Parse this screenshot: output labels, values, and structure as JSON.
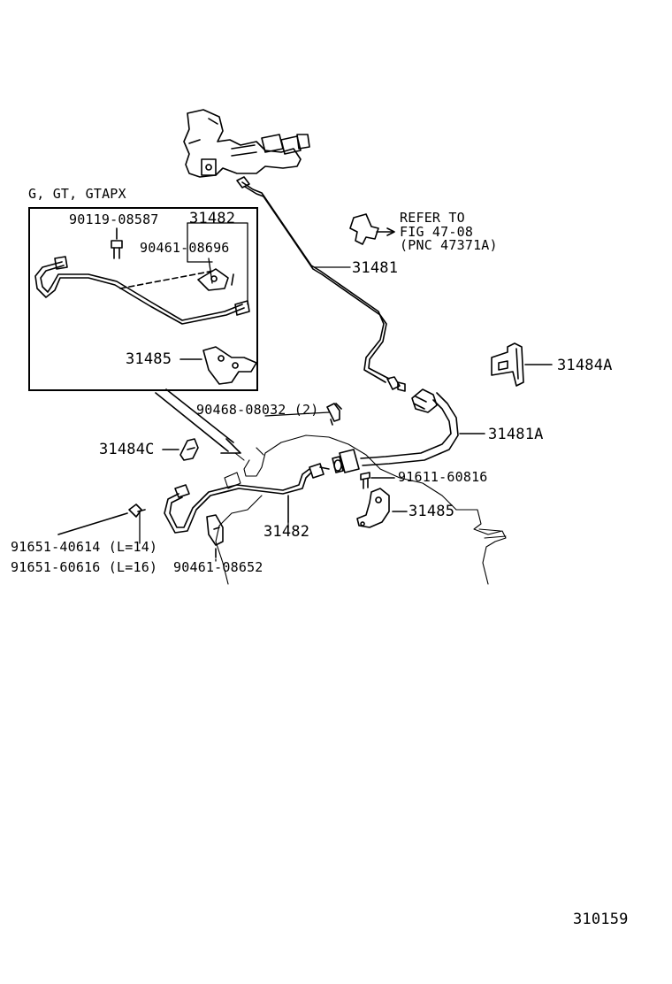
{
  "inset": {
    "title": "G, GT, GTAPX",
    "parts": {
      "bolt": "90119-08587",
      "tube": "31482",
      "clamp": "90461-08696",
      "bracket": "31485"
    }
  },
  "main": {
    "refer": {
      "line1": "REFER TO",
      "line2": "FIG 47-08",
      "line3": "(PNC 47371A)"
    },
    "parts": {
      "tube_upper": "31481",
      "bracket_a": "31484A",
      "hose": "31481A",
      "clip": "90468-08032 (2)",
      "bracket_c": "31484C",
      "bolt_bracket": "91611-60816",
      "bracket_main": "31485",
      "tube_lower": "31482",
      "union_l14": "91651-40614 (L=14)",
      "union_l16": "91651-60616 (L=16)",
      "clamp": "90461-08652"
    }
  },
  "figure_id": "310159"
}
